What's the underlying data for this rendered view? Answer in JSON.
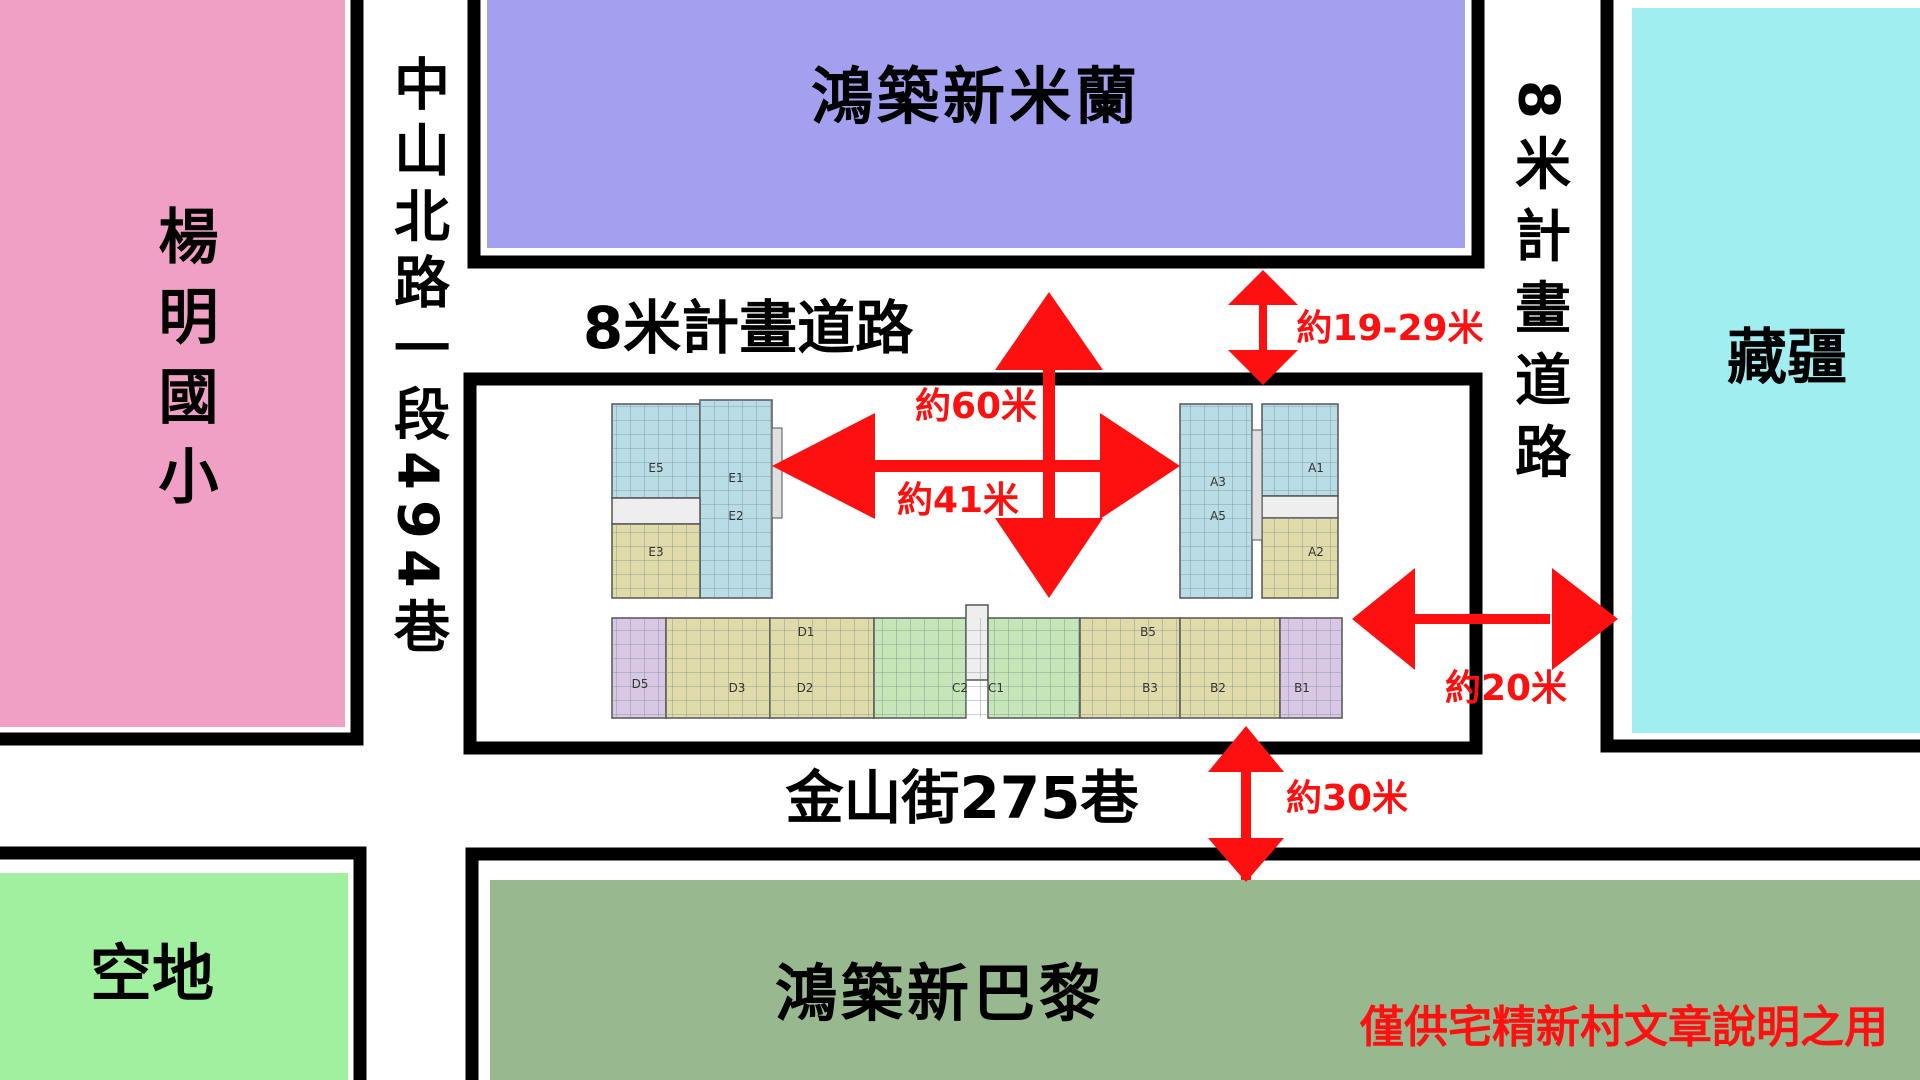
{
  "blocks": {
    "school": {
      "label": "楊明國小",
      "color": "#f0a0c4"
    },
    "north_development": {
      "label": "鴻築新米蘭",
      "color": "#a4a0f0"
    },
    "east_block": {
      "label": "藏疆",
      "color": "#a0eef0"
    },
    "vacant_lot": {
      "label": "空地",
      "color": "#a0f0a0"
    },
    "south_development": {
      "label": "鴻築新巴黎",
      "color": "#98b890"
    }
  },
  "roads": {
    "west_road": "中山北路一段494巷",
    "north_road": "8米計畫道路",
    "east_road": "8米計畫道路",
    "south_road": "金山街275巷"
  },
  "distances": {
    "north_gap": "約19-29米",
    "vertical_span": "約60米",
    "horizontal_span": "約41米",
    "east_gap": "約20米",
    "south_gap": "約30米"
  },
  "floor_plan": {
    "west_tower_units": [
      "E5",
      "E1",
      "E2",
      "E3"
    ],
    "east_tower_units": [
      "A3",
      "A1",
      "A5",
      "A2"
    ],
    "bar_units": [
      "D5",
      "D3",
      "D2",
      "D1",
      "C2",
      "C1",
      "B5",
      "B3",
      "B2",
      "B1"
    ]
  },
  "disclaimer": "僅供宅精新村文章說明之用",
  "colors": {
    "arrow": "#ff1010",
    "road_outline": "#000000",
    "unit_blue": "#b8dde6",
    "unit_tan": "#e0dcaa",
    "unit_green": "#c4e6b8",
    "unit_purple": "#d8c8e6"
  }
}
